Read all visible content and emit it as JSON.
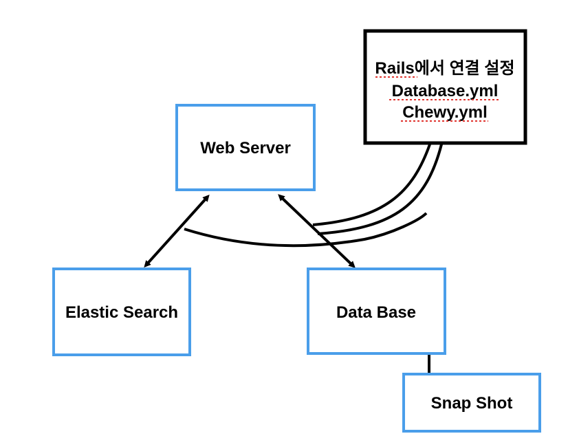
{
  "colors": {
    "node_border": "#4a9eea",
    "note_border": "#000000",
    "connector": "#000000",
    "spellcheck_underline": "#e0332e"
  },
  "nodes": {
    "web_server": {
      "label": "Web Server"
    },
    "elastic_search": {
      "label": "Elastic Search"
    },
    "data_base": {
      "label": "Data Base"
    },
    "snap_shot": {
      "label": "Snap Shot"
    }
  },
  "note": {
    "lines": [
      "Rails에서 연결 설정",
      "Database.yml",
      "Chewy.yml"
    ]
  },
  "edges": [
    {
      "from": "Web Server",
      "to": "Elastic Search",
      "direction": "both"
    },
    {
      "from": "Web Server",
      "to": "Data Base",
      "direction": "both"
    },
    {
      "from": "Data Base",
      "to": "Snap Shot",
      "direction": "none"
    }
  ]
}
